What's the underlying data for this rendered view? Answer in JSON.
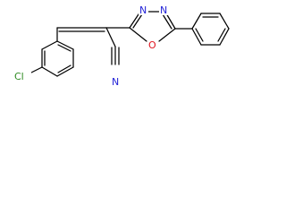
{
  "atoms": {
    "chlorine": {
      "text": "Cl",
      "color": "#2e8b22"
    },
    "nitrile_n": {
      "text": "N",
      "color": "#1f1fd6"
    },
    "oxygen": {
      "text": "O",
      "color": "#e0141e"
    },
    "n3": {
      "text": "N",
      "color": "#1f1fd6"
    },
    "n4": {
      "text": "N",
      "color": "#1f1fd6"
    }
  }
}
